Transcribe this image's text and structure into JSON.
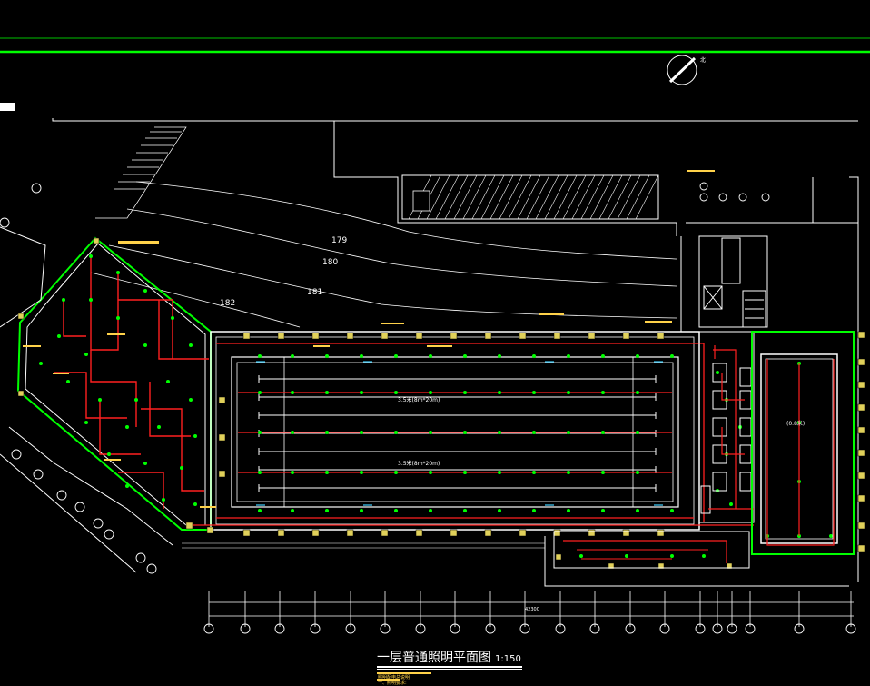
{
  "drawing": {
    "title": "一层普通照明平面图",
    "scale": "1:150"
  },
  "contours": [
    "179",
    "180",
    "181",
    "182"
  ],
  "pool_labels": {
    "main_top": "3.5米(8m*20m)",
    "main_bottom": "3.5米(8m*20m)",
    "right_pool": "(0.8米)"
  },
  "notes": {
    "bottom_note_1": "照明配电总说明",
    "bottom_note_2": "一、照明要求:",
    "overall_dim": "42300"
  },
  "colors": {
    "wall": "#ffffff",
    "boundary": "#00ff00",
    "circuit": "#ff2020",
    "fixture": "#00ff00",
    "column": "#e0d05a",
    "text": "#ffd24a",
    "dim": "#ffffff"
  }
}
